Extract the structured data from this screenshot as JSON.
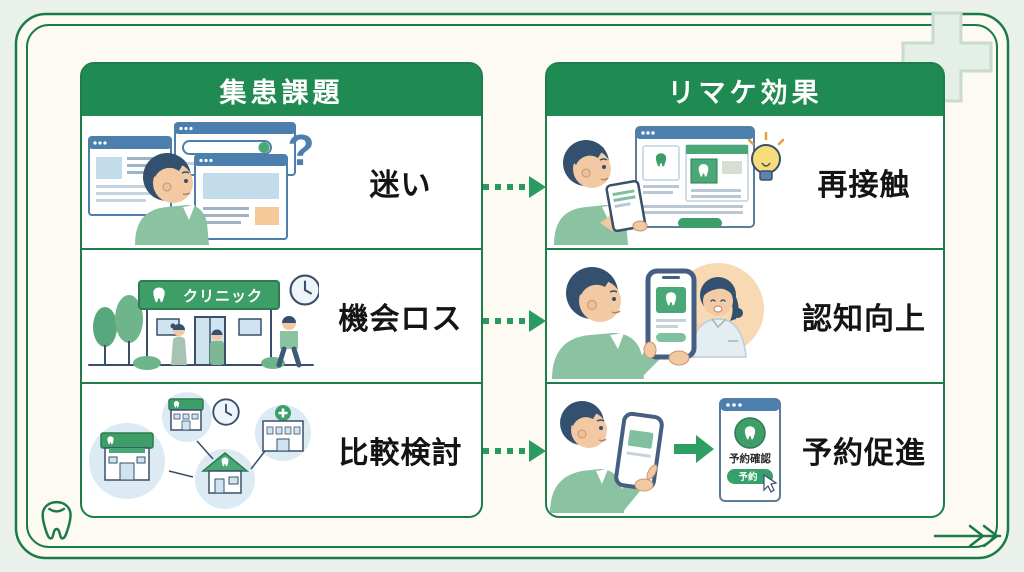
{
  "page": {
    "background_outer": "#e9f1ea",
    "background_inner": "#fcfaf3",
    "frame_color": "#1c7a47",
    "header_green": "#1f8a51",
    "arrow_green": "#2a9b60",
    "question_mark": "?"
  },
  "decorations": {
    "top_right_icon": "medical-cross",
    "bottom_left_icon": "tooth-outline",
    "bottom_right_icon": "double-chevron-arrow"
  },
  "left_panel": {
    "title": "集患課題",
    "rows": [
      {
        "label": "迷い",
        "illustration": "person-confused-browsing-multiple-windows"
      },
      {
        "label": "機会ロス",
        "illustration": "clinic-storefront-clock-passersby"
      },
      {
        "label": "比較検討",
        "illustration": "multiple-clinics-compared-network"
      }
    ]
  },
  "right_panel": {
    "title": "リマケ効果",
    "rows": [
      {
        "label": "再接触",
        "illustration": "person-tablet-dental-site-lightbulb"
      },
      {
        "label": "認知向上",
        "illustration": "person-phone-dentist-waving"
      },
      {
        "label": "予約促進",
        "illustration": "person-phone-booking-window"
      }
    ]
  },
  "illustration_text": {
    "clinic_sign": "クリニック",
    "booking_title": "予約確認",
    "booking_button": "予約"
  }
}
